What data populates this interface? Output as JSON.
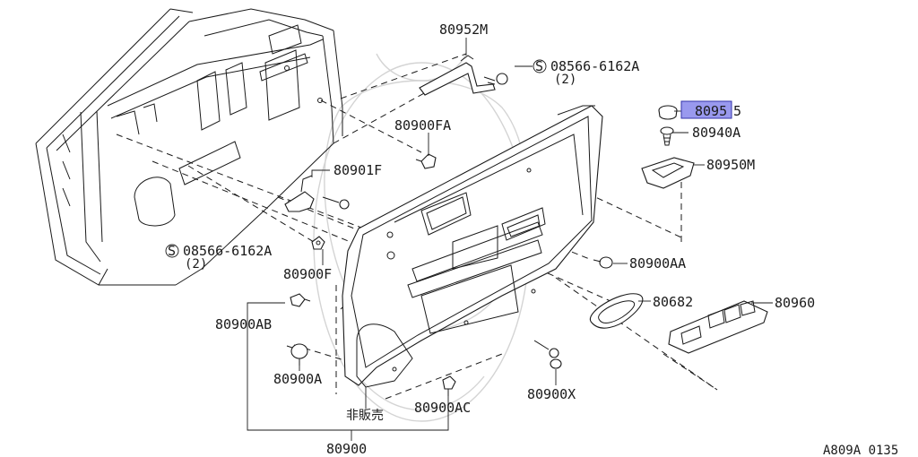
{
  "parts": {
    "p80952M": "80952M",
    "p08566_top": "08566-6162A",
    "p08566_top_qty": "(2)",
    "p80955_hl": "8095",
    "p80955_tail": "5",
    "p80940A": "80940A",
    "p80950M": "80950M",
    "p80900FA": "80900FA",
    "p80901F": "80901F",
    "p08566_left": "08566-6162A",
    "p08566_left_qty": "(2)",
    "p80900AA": "80900AA",
    "p80900F": "80900F",
    "p80682": "80682",
    "p80960": "80960",
    "p80900AB": "80900AB",
    "p80900A": "80900A",
    "p80900X": "80900X",
    "p80900AC": "80900AC",
    "p80900": "80900",
    "not_for_sale": "非販売"
  },
  "screw_symbol": "S",
  "figure_code": "A809A 0135",
  "colors": {
    "highlight_fill": "#9999ee",
    "highlight_stroke": "#3333aa",
    "line": "#1a1a1a",
    "watermark": "#d4d4d4"
  }
}
